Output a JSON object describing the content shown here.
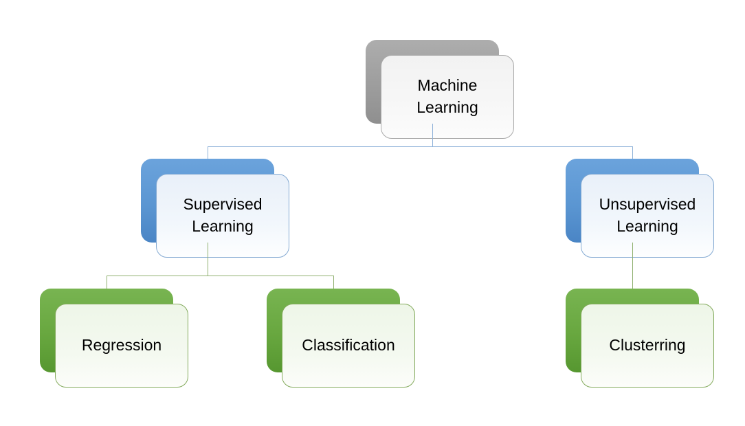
{
  "diagram": {
    "type": "hierarchy",
    "style": "offset-card smartart org chart",
    "nodes": {
      "machine_learning": {
        "label": "Machine Learning",
        "level": 1,
        "parent": null,
        "theme": "gray"
      },
      "supervised": {
        "label": "Supervised Learning",
        "level": 2,
        "parent": "Machine Learning",
        "theme": "blue"
      },
      "unsupervised": {
        "label": "Unsupervised Learning",
        "level": 2,
        "parent": "Machine Learning",
        "theme": "blue"
      },
      "regression": {
        "label": "Regression",
        "level": 3,
        "parent": "Supervised Learning",
        "theme": "green"
      },
      "classification": {
        "label": "Classification",
        "level": 3,
        "parent": "Supervised Learning",
        "theme": "green"
      },
      "clusterring": {
        "label": "Clusterring",
        "level": 3,
        "parent": "Unsupervised Learning",
        "theme": "green"
      }
    },
    "colors": {
      "gray_back": "#9d9d9d",
      "gray_front": "#f4f4f4",
      "gray_border": "#a8a8a8",
      "blue_back": "#5b96d2",
      "blue_front": "#ecf3fa",
      "blue_border": "#83a9d2",
      "green_back": "#68a73f",
      "green_front": "#f0f7ea",
      "green_border": "#83aa5c",
      "blue_connector": "#8fb2d9",
      "green_connector": "#8fb06f",
      "text": "#000000",
      "background": "#ffffff"
    }
  }
}
